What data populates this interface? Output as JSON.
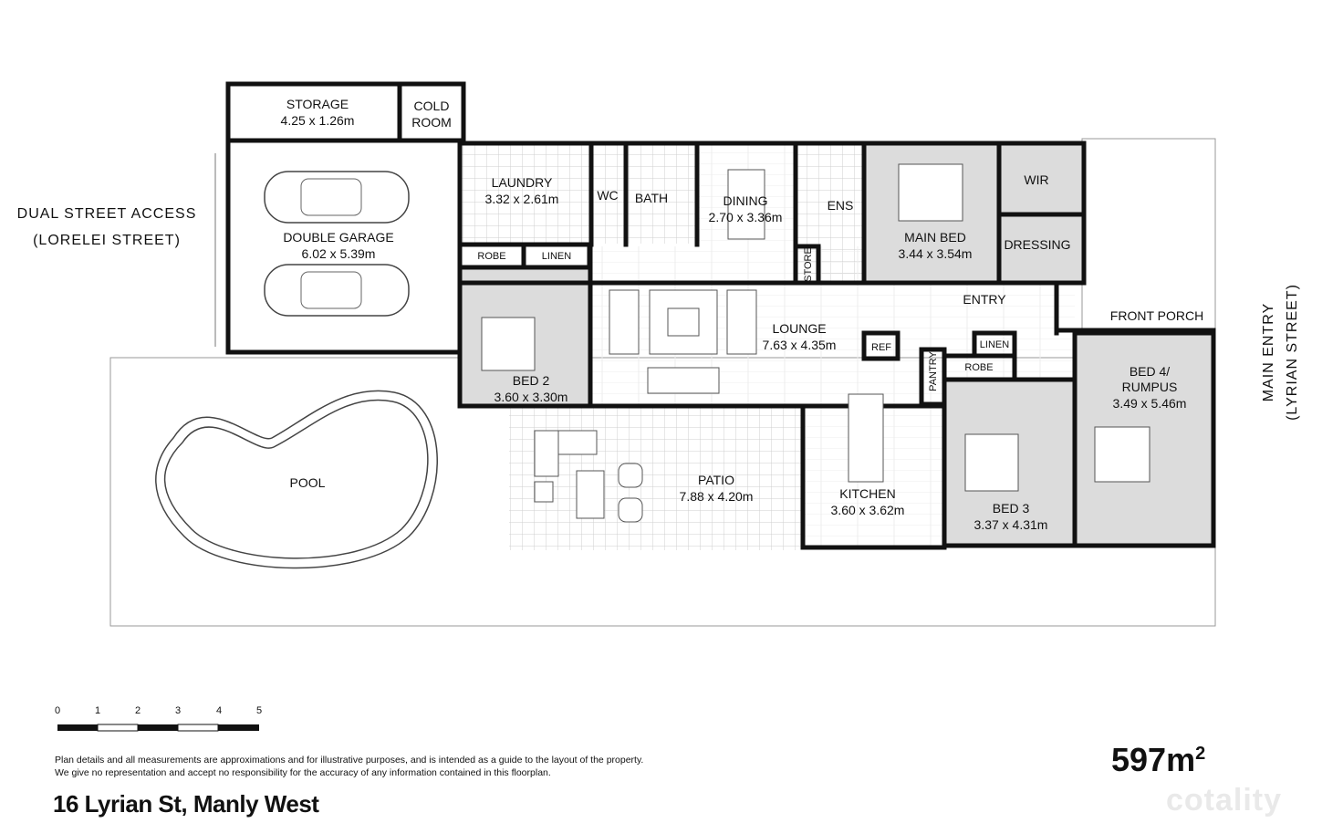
{
  "rooms": {
    "storage": {
      "name": "STORAGE",
      "dim": "4.25 x 1.26m"
    },
    "cold_room": {
      "line1": "COLD",
      "line2": "ROOM"
    },
    "laundry": {
      "name": "LAUNDRY",
      "dim": "3.32 x 2.61m"
    },
    "wc": {
      "name": "WC"
    },
    "bath": {
      "name": "BATH"
    },
    "dining": {
      "name": "DINING",
      "dim": "2.70 x 3.36m"
    },
    "ens": {
      "name": "ENS"
    },
    "main_bed": {
      "name": "MAIN BED",
      "dim": "3.44 x 3.54m"
    },
    "wir": {
      "name": "WIR"
    },
    "dressing": {
      "name": "DRESSING"
    },
    "double_garage": {
      "name": "DOUBLE GARAGE",
      "dim": "6.02 x 5.39m"
    },
    "robe_bed2": {
      "name": "ROBE"
    },
    "linen_1": {
      "name": "LINEN"
    },
    "store": {
      "name": "STORE"
    },
    "entry": {
      "name": "ENTRY"
    },
    "front_porch": {
      "name": "FRONT PORCH"
    },
    "lounge": {
      "name": "LOUNGE",
      "dim": "7.63  x 4.35m"
    },
    "ref": {
      "name": "REF"
    },
    "pantry": {
      "name": "PANTRY"
    },
    "linen_2": {
      "name": "LINEN"
    },
    "robe_bed3": {
      "name": "ROBE"
    },
    "bed2": {
      "name": "BED 2",
      "dim": "3.60 x 3.30m"
    },
    "bed4": {
      "line1": "BED 4/",
      "line2": "RUMPUS",
      "dim": "3.49 x 5.46m"
    },
    "pool": {
      "name": "POOL"
    },
    "patio": {
      "name": "PATIO",
      "dim": "7.88 x 4.20m"
    },
    "kitchen": {
      "name": "KITCHEN",
      "dim": "3.60 x 3.62m"
    },
    "bed3": {
      "name": "BED 3",
      "dim": "3.37 x 4.31m"
    }
  },
  "side_labels": {
    "left_line1": "DUAL STREET ACCESS",
    "left_line2": "(LORELEI STREET)",
    "right_line1": "MAIN ENTRY",
    "right_line2": "(LYRIAN STREET)"
  },
  "scale_bar": {
    "ticks": [
      "0",
      "1",
      "2",
      "3",
      "4",
      "5"
    ]
  },
  "disclaimer": {
    "line1": "Plan details and all measurements are approximations and for illustrative purposes, and is intended as a guide to the layout of the property.",
    "line2": "We give no representation and accept no responsibility for the accuracy of any information contained in this floorplan."
  },
  "address": "16 Lyrian St, Manly West",
  "area": {
    "value": "597m",
    "unit_power": "2"
  },
  "brand": "cotality",
  "colors": {
    "wall": "#111111",
    "bedroom_fill": "#dcdcdc",
    "tile_grid": "#cfcfcf"
  }
}
